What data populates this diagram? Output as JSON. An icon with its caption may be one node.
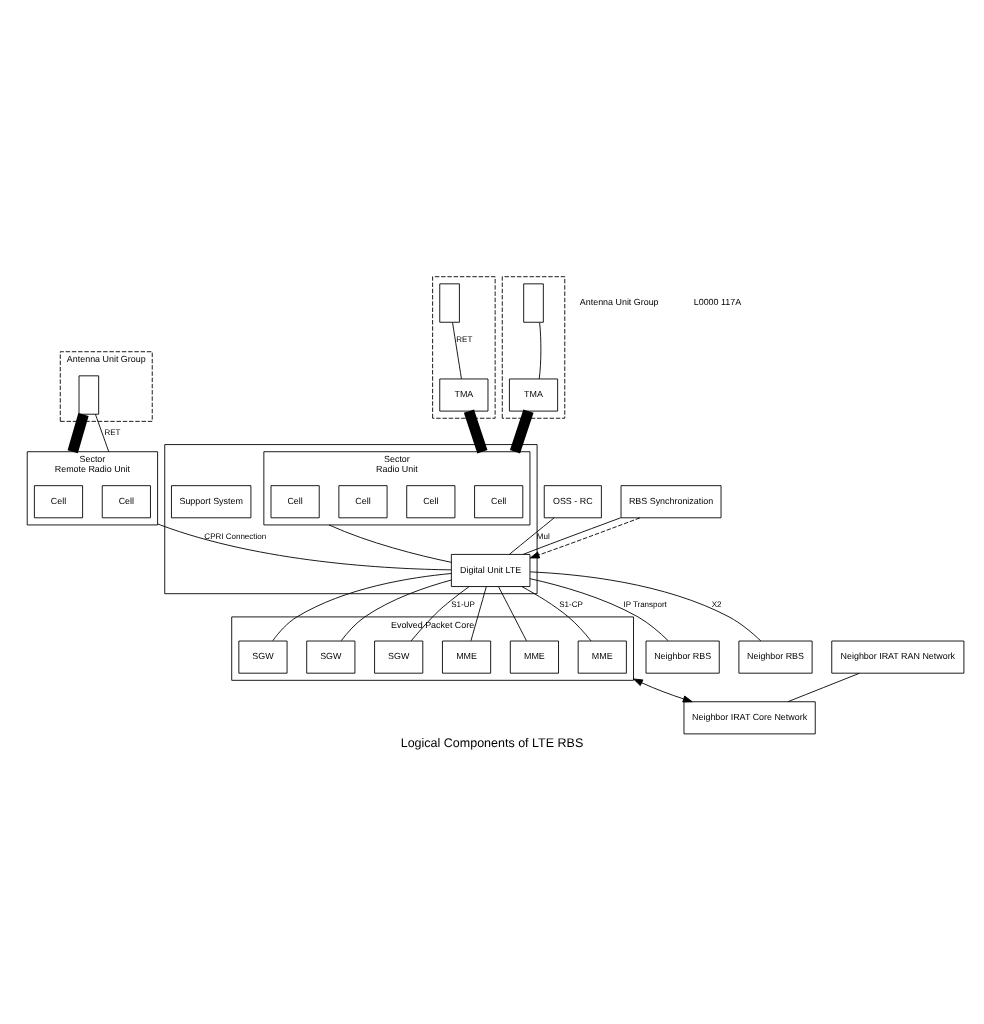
{
  "diagram": {
    "caption": "Logical Components of LTE RBS",
    "nodes": [
      {
        "text": [
          "Antenna Unit Group"
        ]
      },
      {
        "text": [],
        "shape": "box",
        "in": 0
      },
      {
        "text": [
          "Sector",
          "Remote Radio Unit"
        ]
      },
      {
        "text": [
          "Cell"
        ],
        "in": 2
      },
      {
        "text": [
          "Cell"
        ],
        "in": 2
      },
      {
        "text": [],
        "shape": "box"
      },
      {
        "text": [],
        "shape": "box",
        "in": 5
      },
      {
        "text": [
          "TMA"
        ],
        "in": 5
      },
      {
        "text": [],
        "shape": "box"
      },
      {
        "text": [],
        "shape": "box",
        "in": 8
      },
      {
        "text": [
          "TMA"
        ],
        "in": 8
      },
      {
        "text": [],
        "shape": "box"
      },
      {
        "text": [
          "Sector",
          "Radio Unit"
        ],
        "in": 11
      },
      {
        "text": [
          "Cell"
        ],
        "in": 12
      },
      {
        "text": [
          "Cell"
        ],
        "in": 12
      },
      {
        "text": [
          "Cell"
        ],
        "in": 12
      },
      {
        "text": [
          "Cell"
        ],
        "in": 12
      },
      {
        "text": [
          "Digital Unit LTE"
        ],
        "in": 11
      },
      {
        "text": [
          "Support System"
        ],
        "in": 11
      },
      {
        "text": [
          "OSS - RC"
        ]
      },
      {
        "text": [
          "RBS Synchronization"
        ]
      },
      {
        "text": [
          "Evolved Packet Core"
        ]
      },
      {
        "text": [
          "SGW"
        ],
        "in": 21
      },
      {
        "text": [
          "SGW"
        ],
        "in": 21
      },
      {
        "text": [
          "SGW"
        ],
        "in": 21
      },
      {
        "text": [
          "MME"
        ],
        "in": 21
      },
      {
        "text": [
          "MME"
        ],
        "in": 21
      },
      {
        "text": [
          "MME"
        ],
        "in": 21
      },
      {
        "text": [
          "Neighbor RBS"
        ]
      },
      {
        "text": [
          "Neighbor RBS"
        ]
      },
      {
        "text": [
          "Neighbor IRAT RAN Network"
        ]
      },
      {
        "text": [
          "Neighbor IRAT Core Network"
        ]
      }
    ],
    "edges": [
      {
        "from": 1,
        "to": 2,
        "arrow": "none",
        "style": "thick"
      },
      {
        "from": 2,
        "to": 1,
        "arrow": "none",
        "label": "RET"
      },
      {
        "from": 7,
        "to": 6,
        "arrow": "none",
        "label": "RET"
      },
      {
        "from": 10,
        "to": 9,
        "arrow": "none"
      },
      {
        "from": 7,
        "to": 12,
        "arrow": "none",
        "style": "thick"
      },
      {
        "from": 10,
        "to": 12,
        "arrow": "none",
        "style": "thick"
      },
      {
        "from": 2,
        "to": 17,
        "arrow": "none",
        "label": "CPRI Connection"
      },
      {
        "from": 12,
        "to": 17,
        "arrow": "none"
      },
      {
        "from": 20,
        "to": 17,
        "arrow": "none"
      },
      {
        "from": 20,
        "to": 17,
        "arrow": "to",
        "style": "dashed"
      },
      {
        "from": 19,
        "to": 17,
        "arrow": "none",
        "label": "Mul"
      },
      {
        "from": 17,
        "to": 22,
        "arrow": "none"
      },
      {
        "from": 17,
        "to": 23,
        "arrow": "none"
      },
      {
        "from": 17,
        "to": 24,
        "arrow": "none",
        "label": "S1-UP"
      },
      {
        "from": 17,
        "to": 25,
        "arrow": "none"
      },
      {
        "from": 17,
        "to": 26,
        "arrow": "none"
      },
      {
        "from": 17,
        "to": 27,
        "arrow": "none",
        "label": "S1-CP"
      },
      {
        "from": 17,
        "to": 28,
        "arrow": "none",
        "label": "IP Transport"
      },
      {
        "from": 17,
        "to": 29,
        "arrow": "none",
        "label": "X2"
      },
      {
        "from": 21,
        "to": 31,
        "arrow": "both"
      },
      {
        "from": 30,
        "to": 31,
        "arrow": "none"
      }
    ],
    "labels": [
      "Antenna Unit Group",
      "L0000 117A"
    ]
  }
}
